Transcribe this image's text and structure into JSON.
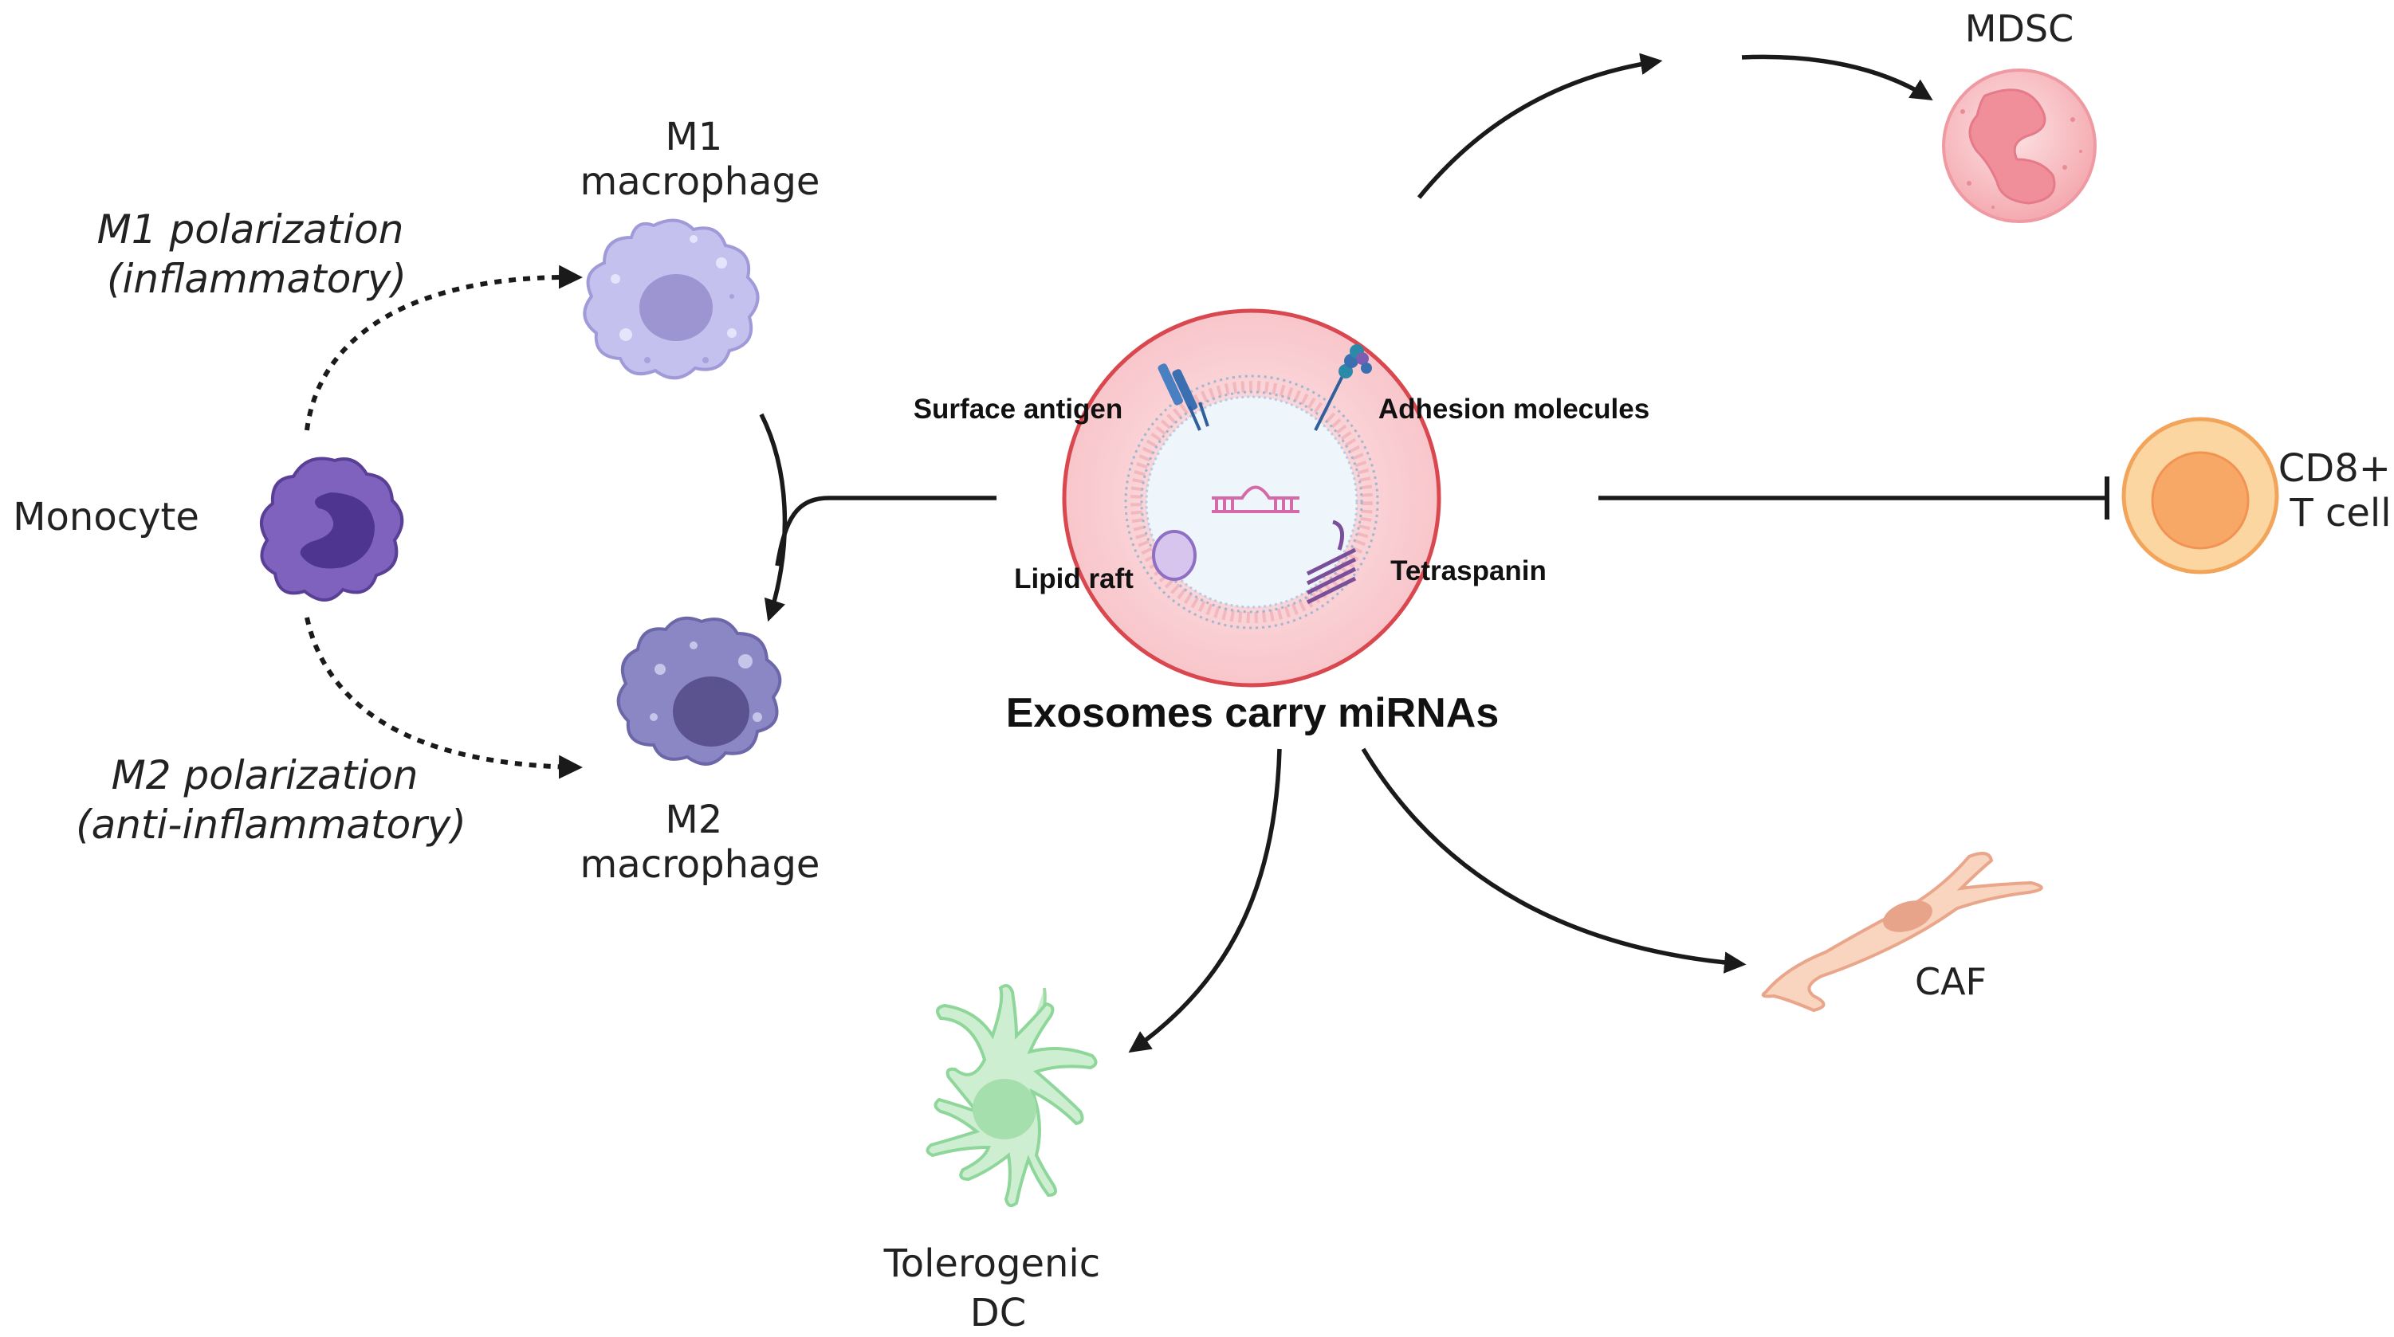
{
  "labels": {
    "m1_macrophage": [
      "M1",
      "macrophage"
    ],
    "m2_macrophage": [
      "M2",
      "macrophage"
    ],
    "m1_polarization": [
      "M1 polarization",
      "(inflammatory)"
    ],
    "m2_polarization": [
      "M2 polarization",
      "(anti-inflammatory)"
    ],
    "monocyte": "Monocyte",
    "mdsc": "MDSC",
    "cd8": [
      "CD8+",
      "T cell"
    ],
    "caf": "CAF",
    "tolerogenic_dc": [
      "Tolerogenic",
      "DC"
    ],
    "exosome_caption": "Exosomes carry miRNAs",
    "surface_antigen": "Surface antigen",
    "adhesion_molecules": "Adhesion molecules",
    "lipid_raft": "Lipid raft",
    "tetraspanin": "Tetraspanin"
  },
  "colors": {
    "m1": "#b9b5e6",
    "m2": "#8f89c2",
    "monocyte": "#7a5cb5",
    "mdsc": "#f6b8bd",
    "cd8": "#f8c68a",
    "caf": "#f6c5ae",
    "dc": "#b9e8b9",
    "exosome_outer": "#fbd7da",
    "exosome_inner": "#eef6fc",
    "arrow": "#1a1a1a"
  }
}
